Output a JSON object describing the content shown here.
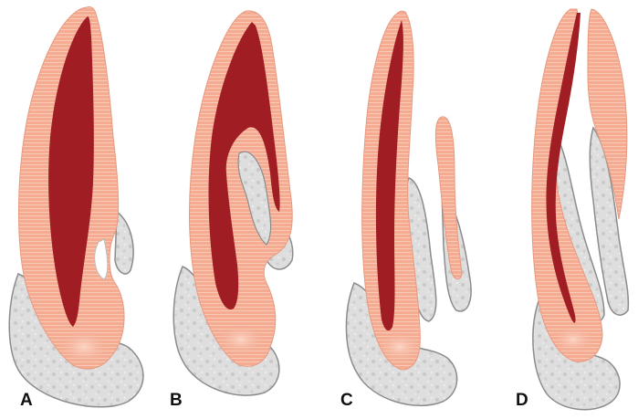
{
  "figure": {
    "panels": [
      {
        "label": "A"
      },
      {
        "label": "B"
      },
      {
        "label": "C"
      },
      {
        "label": "D"
      }
    ]
  },
  "colors": {
    "dentin": "#f4ab92",
    "dentin_stripe": "#f8c6b2",
    "pulp": "#a11d24",
    "bone": "#dcdcdc",
    "bone_outline": "#8c8c8c",
    "background": "#ffffff"
  }
}
